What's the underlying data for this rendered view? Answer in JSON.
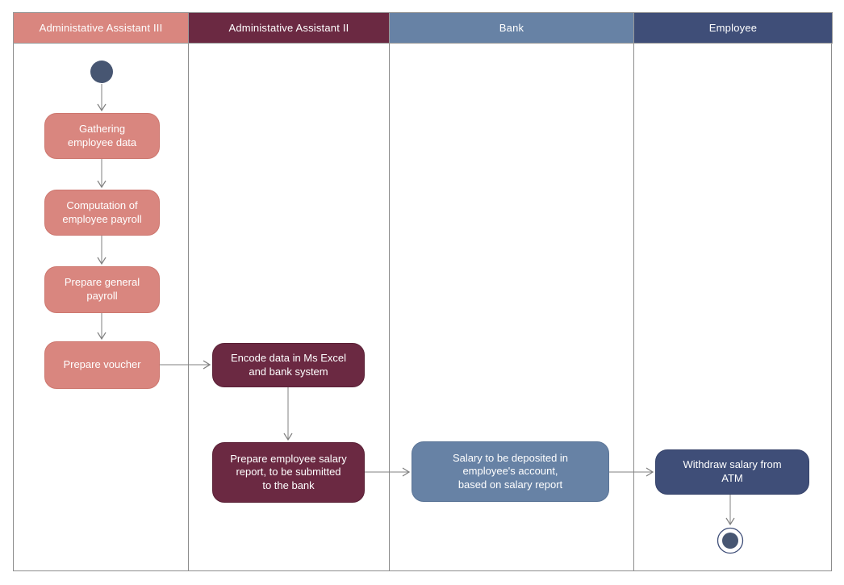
{
  "diagram": {
    "type": "uml-activity-swimlane",
    "background_color": "#ffffff",
    "lane_border_color": "#8c8c8c",
    "arrow_color": "#808080",
    "text_color": "#ffffff"
  },
  "lanes": [
    {
      "label": "Administative Assistant III",
      "color": "#d9867f"
    },
    {
      "label": "Administative Assistant II",
      "color": "#6b2942"
    },
    {
      "label": "Bank",
      "color": "#6782a5"
    },
    {
      "label": "Employee",
      "color": "#3f4e78"
    }
  ],
  "nodes": {
    "start": {
      "type": "initial-node",
      "color": "#475672",
      "lane": "Administative Assistant III"
    },
    "gathering": {
      "label": "Gathering\nemployee data",
      "color": "#d9867f",
      "lane": "Administative Assistant III"
    },
    "computation": {
      "label": "Computation of\nemployee payroll",
      "color": "#d9867f",
      "lane": "Administative Assistant III"
    },
    "general_payroll": {
      "label": "Prepare general\npayroll",
      "color": "#d9867f",
      "lane": "Administative Assistant III"
    },
    "voucher": {
      "label": "Prepare voucher",
      "color": "#d9867f",
      "lane": "Administative Assistant III"
    },
    "encode": {
      "label": "Encode data in Ms Excel\nand bank system",
      "color": "#6b2942",
      "lane": "Administative Assistant II"
    },
    "salary_report": {
      "label": "Prepare employee salary\nreport, to be submitted\nto the bank",
      "color": "#6b2942",
      "lane": "Administative Assistant II"
    },
    "deposit": {
      "label": "Salary to be deposited in\nemployee's account,\nbased on salary report",
      "color": "#6782a5",
      "lane": "Bank"
    },
    "withdraw": {
      "label": "Withdraw salary from\nATM",
      "color": "#3f4e78",
      "lane": "Employee"
    },
    "end": {
      "type": "activity-final-node",
      "color": "#475672",
      "lane": "Employee"
    }
  },
  "edges": [
    {
      "from": "start",
      "to": "gathering"
    },
    {
      "from": "gathering",
      "to": "computation"
    },
    {
      "from": "computation",
      "to": "general_payroll"
    },
    {
      "from": "general_payroll",
      "to": "voucher"
    },
    {
      "from": "voucher",
      "to": "encode"
    },
    {
      "from": "encode",
      "to": "salary_report"
    },
    {
      "from": "salary_report",
      "to": "deposit"
    },
    {
      "from": "deposit",
      "to": "withdraw"
    },
    {
      "from": "withdraw",
      "to": "end"
    }
  ]
}
